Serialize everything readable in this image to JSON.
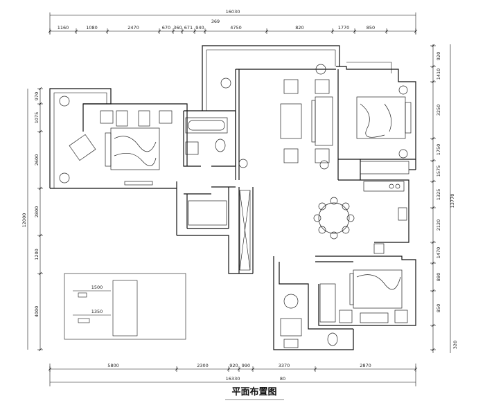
{
  "title": "平面布置图",
  "dimensions": {
    "top_total": "16030",
    "top_segments": [
      "1160",
      "1080",
      "2470",
      "670",
      "360",
      "671",
      "940",
      "4750",
      "820",
      "1770",
      "850"
    ],
    "top_small": "369",
    "bottom_segments": [
      "5800",
      "2300",
      "920",
      "990",
      "3370",
      "2870"
    ],
    "bottom_total": "16330",
    "bottom_small": "80",
    "left_segments": [
      "970",
      "1075",
      "2600",
      "2800",
      "1200",
      "4000"
    ],
    "left_total": "12000",
    "right_segments": [
      "920",
      "1410",
      "3250",
      "1750",
      "1575",
      "1325",
      "2120",
      "1470",
      "880",
      "850"
    ],
    "right_total": "13770",
    "right_small": "320"
  },
  "inset_labels": [
    "1500",
    "1350"
  ]
}
